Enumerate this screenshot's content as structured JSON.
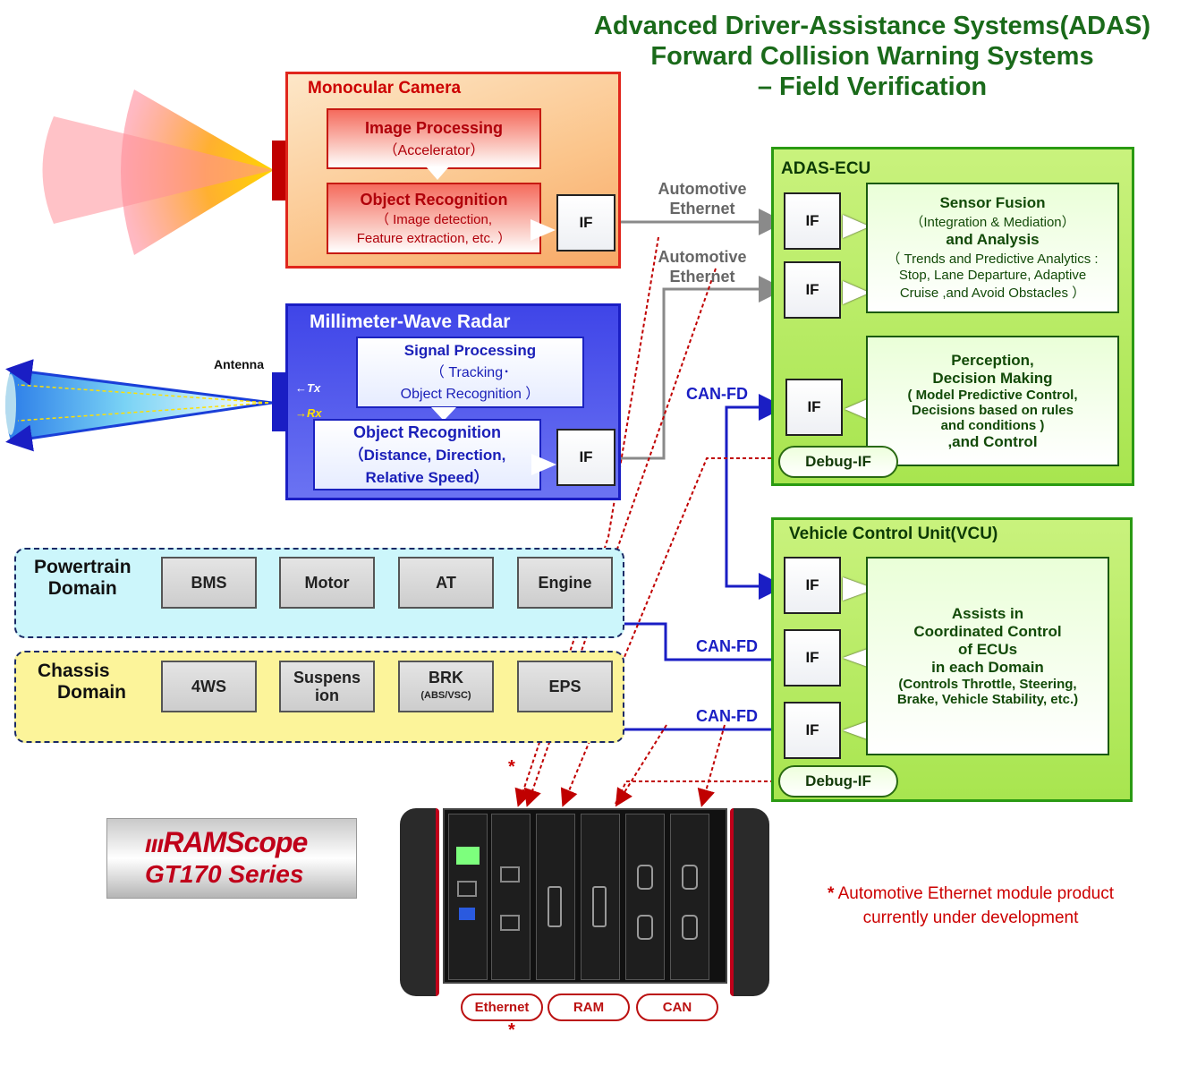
{
  "title": {
    "line1": "Advanced Driver-Assistance Systems(ADAS)",
    "line2": "Forward Collision Warning Systems",
    "line3": "– Field Verification"
  },
  "camera": {
    "title": "Monocular Camera",
    "image_processing": {
      "title": "Image Processing",
      "sub": "（Accelerator）"
    },
    "object_recognition": {
      "title": "Object Recognition",
      "sub1": "（ Image detection,",
      "sub2": "Feature extraction, etc. ）"
    },
    "if_label": "IF"
  },
  "radar": {
    "title": "Millimeter-Wave Radar",
    "antenna": "Antenna",
    "tx": "←Tx",
    "rx": "→Rx",
    "signal_processing": {
      "title": "Signal Processing",
      "sub1": "（ Tracking･",
      "sub2": "Object Recognition ）"
    },
    "object_recognition": {
      "title": "Object Recognition",
      "sub1": "（Distance, Direction,",
      "sub2": "Relative Speed）"
    },
    "if_label": "IF"
  },
  "links": {
    "auto_eth_1": [
      "Automotive",
      "Ethernet"
    ],
    "auto_eth_2": [
      "Automotive",
      "Ethernet"
    ],
    "can_fd_1": "CAN-FD",
    "can_fd_2": "CAN-FD",
    "can_fd_3": "CAN-FD"
  },
  "adas_ecu": {
    "title": "ADAS-ECU",
    "if_labels": [
      "IF",
      "IF",
      "IF"
    ],
    "sensor_fusion": {
      "h1": "Sensor Fusion",
      "s1": "（Integration & Mediation）",
      "h2": "and Analysis",
      "s2": "（ Trends and Predictive Analytics :",
      "s3": "Stop, Lane Departure, Adaptive",
      "s4": "Cruise ,and Avoid Obstacles ）"
    },
    "perception": {
      "h1": "Perception,",
      "h2": "Decision Making",
      "s1": "( Model Predictive Control,",
      "s2": "Decisions based on rules",
      "s3": "and conditions )",
      "h3": ",and Control"
    },
    "debug": "Debug-IF"
  },
  "vcu": {
    "title": "Vehicle Control Unit(VCU)",
    "if_labels": [
      "IF",
      "IF",
      "IF"
    ],
    "assists": {
      "h1": "Assists in",
      "h2": "Coordinated Control",
      "h3": "of ECUs",
      "h4": "in each Domain",
      "s1": "(Controls Throttle, Steering,",
      "s2": "Brake, Vehicle Stability, etc.)"
    },
    "debug": "Debug-IF"
  },
  "powertrain": {
    "label1": "Powertrain",
    "label2": "Domain",
    "units": [
      "BMS",
      "Motor",
      "AT",
      "Engine"
    ]
  },
  "chassis": {
    "label1": "Chassis",
    "label2": "Domain",
    "units": [
      "4WS",
      "Suspens",
      "BRK",
      "EPS"
    ],
    "suspension_line2": "ion",
    "brk_sub": "(ABS/VSC)"
  },
  "product": {
    "brand": "RAMScope",
    "series": "GT170 Series",
    "module_labels": [
      "Ethernet",
      "RAM",
      "CAN"
    ],
    "asterisk": "*"
  },
  "note": {
    "asterisk": "*",
    "line1": "Automotive Ethernet module product",
    "line2": "currently under development"
  },
  "colors": {
    "title_green": "#1a6a1a",
    "camera_red": "#e0261c",
    "radar_blue": "#3f45e8",
    "ecu_green": "#a8e54f",
    "powertrain_bg": "#ccf6fb",
    "chassis_bg": "#fcf49a",
    "can_blue": "#1a1ec4",
    "debug_red": "#c00000"
  }
}
